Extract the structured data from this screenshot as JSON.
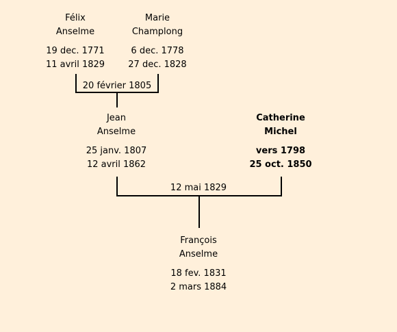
{
  "people": {
    "felix": {
      "first": "Félix",
      "last": "Anselme",
      "birth": "19 dec. 1771",
      "death": "11 avril 1829"
    },
    "marie": {
      "first": "Marie",
      "last": "Champlong",
      "birth": "6 dec. 1778",
      "death": "27 dec. 1828"
    },
    "jean": {
      "first": "Jean",
      "last": "Anselme",
      "birth": "25 janv. 1807",
      "death": "12 avril 1862"
    },
    "catherine": {
      "first": "Catherine",
      "last": "Michel",
      "birth": "vers 1798",
      "death": "25 oct. 1850"
    },
    "francois": {
      "first": "François",
      "last": "Anselme",
      "birth": "18 fev. 1831",
      "death": "2 mars 1884"
    }
  },
  "marriages": {
    "felix_marie": "20 février 1805",
    "jean_catherine": "12 mai 1829"
  }
}
